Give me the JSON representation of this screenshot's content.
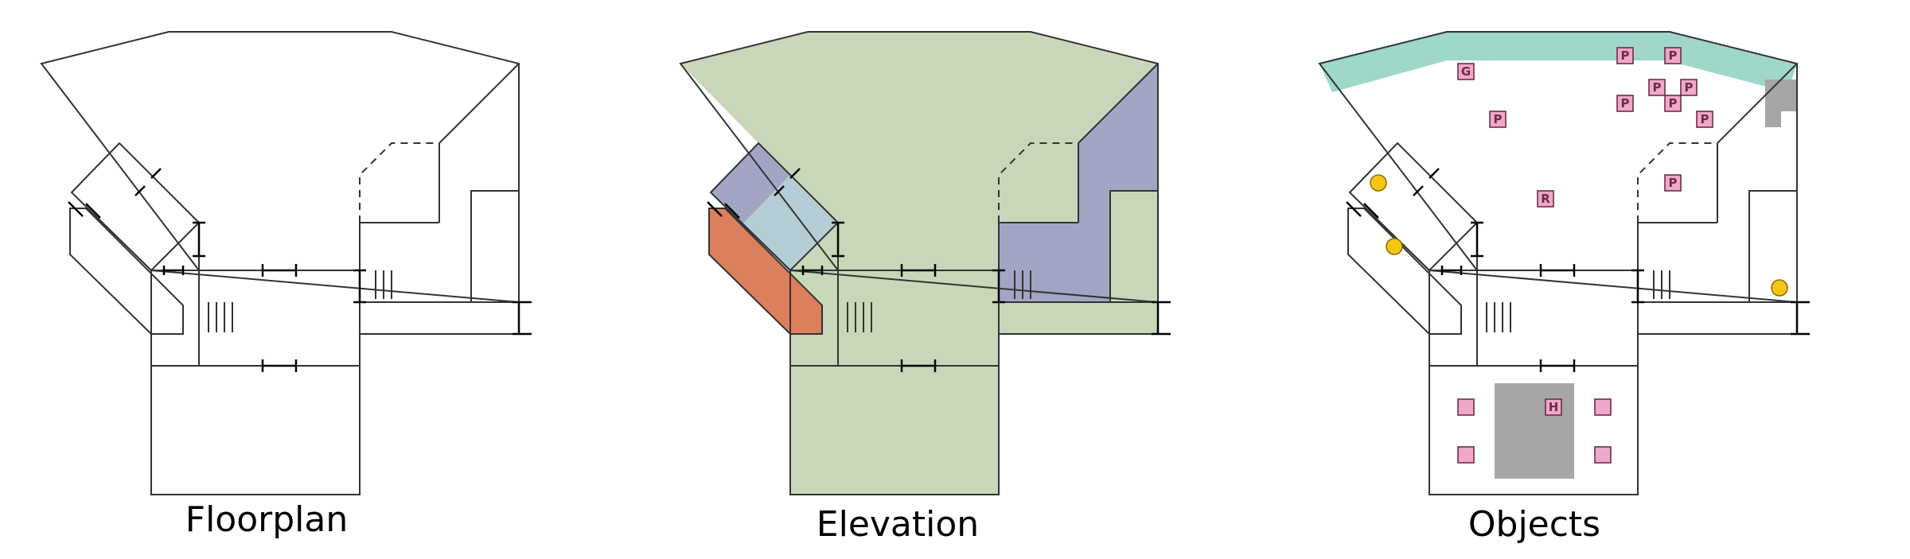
{
  "panels": [
    {
      "id": "floorplan",
      "caption": "Floorplan"
    },
    {
      "id": "elevation",
      "caption": "Elevation"
    },
    {
      "id": "objects",
      "caption": "Objects"
    }
  ],
  "colors": {
    "wall": "#333333",
    "elevation_green": "#c8d7b9",
    "elevation_purple": "#a2a5c4",
    "elevation_lightblue": "#b5cdd4",
    "elevation_orange": "#dc7f5c",
    "objects_teal": "#9fd7cb",
    "objects_pink": "#f0a7c9",
    "objects_gray": "#a6a6a6",
    "objects_yellow": "#f5c518"
  },
  "object_labels": {
    "goal": "G",
    "player": "P",
    "reward": "R",
    "hazard": "H"
  }
}
